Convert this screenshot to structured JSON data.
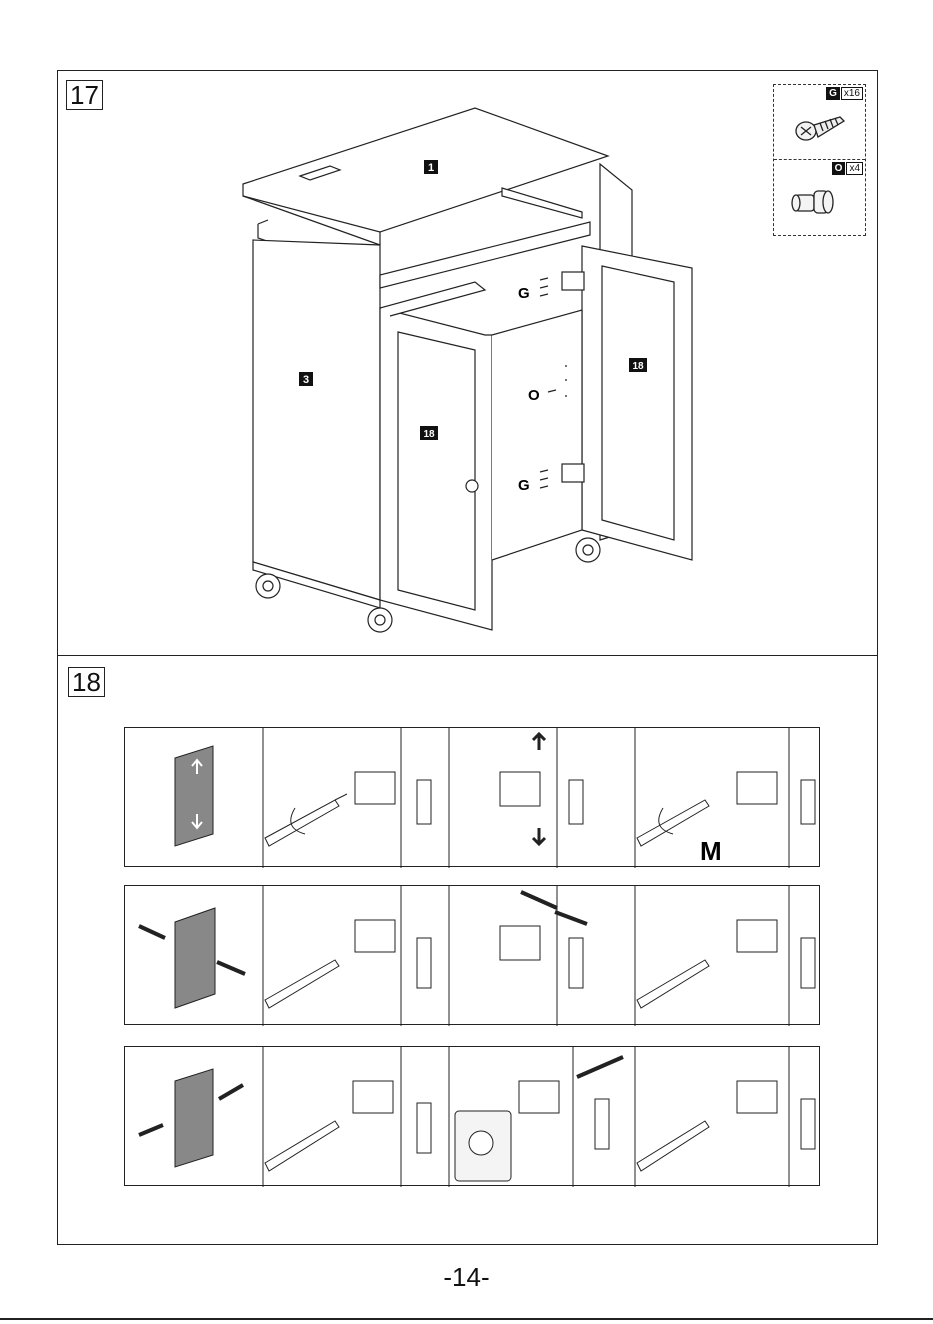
{
  "steps": [
    {
      "number": "17",
      "hardware": [
        {
          "code": "G",
          "qty": "x16",
          "icon": "screw-icon"
        },
        {
          "code": "O",
          "qty": "x4",
          "icon": "knob-icon"
        }
      ],
      "part_labels": {
        "top": "1",
        "side": "3",
        "door_left": "18",
        "door_right": "18"
      },
      "callouts": {
        "hinge_top": "G",
        "knob": "O",
        "hinge_bottom": "G"
      }
    },
    {
      "number": "18",
      "rows": [
        {
          "adjust": "up-down-arrows",
          "cells": [
            "door-icon",
            "screwdriver-hinge-icon",
            "hinge-slide-icon",
            "screwdriver-hinge-icon"
          ],
          "note": "M"
        },
        {
          "adjust": "left-right-arrows",
          "cells": [
            "door-icon",
            "screwdriver-hinge-icon",
            "hinge-slide-icon",
            "screwdriver-hinge-icon"
          ]
        },
        {
          "adjust": "in-out-arrows",
          "cells": [
            "door-icon",
            "screwdriver-hinge-icon",
            "hinge-depth-icon",
            "screwdriver-hinge-icon"
          ]
        }
      ]
    }
  ],
  "page_number": "-14-"
}
